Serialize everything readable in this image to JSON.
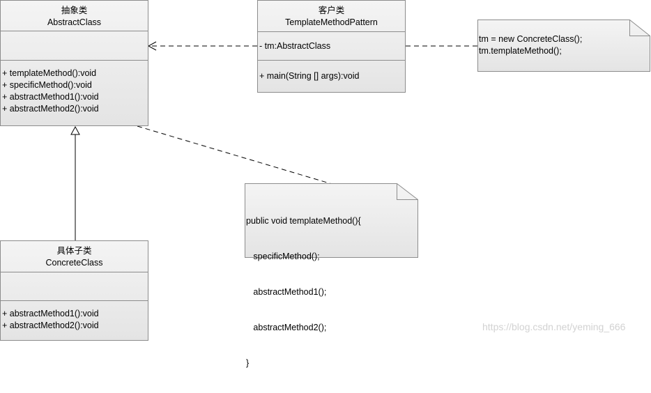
{
  "abstract_class": {
    "stereotype": "抽象类",
    "name": "AbstractClass",
    "attributes": [],
    "methods": [
      "+ templateMethod():void",
      "+ specificMethod():void",
      "+ abstractMethod1():void",
      "+ abstractMethod2():void"
    ]
  },
  "client_class": {
    "stereotype": "客户类",
    "name": "TemplateMethodPattern",
    "attributes": [
      "- tm:AbstractClass"
    ],
    "methods": [
      "+ main(String [] args):void"
    ]
  },
  "concrete_class": {
    "stereotype": "具体子类",
    "name": "ConcreteClass",
    "attributes": [],
    "methods": [
      "+ abstractMethod1():void",
      "+ abstractMethod2():void"
    ]
  },
  "client_note": {
    "lines": [
      "tm = new ConcreteClass();",
      "tm.templateMethod();"
    ]
  },
  "template_note": {
    "lines": [
      "public void templateMethod(){",
      "   specificMethod();",
      "   abstractMethod1();",
      "   abstractMethod2();",
      "}"
    ]
  },
  "watermark": "https://blog.csdn.net/yeming_666",
  "colors": {
    "border": "#8c8c8c",
    "fill_top": "#f4f4f4",
    "fill_bottom": "#e4e4e4",
    "line": "#000000",
    "watermark": "#d2d2d2"
  }
}
